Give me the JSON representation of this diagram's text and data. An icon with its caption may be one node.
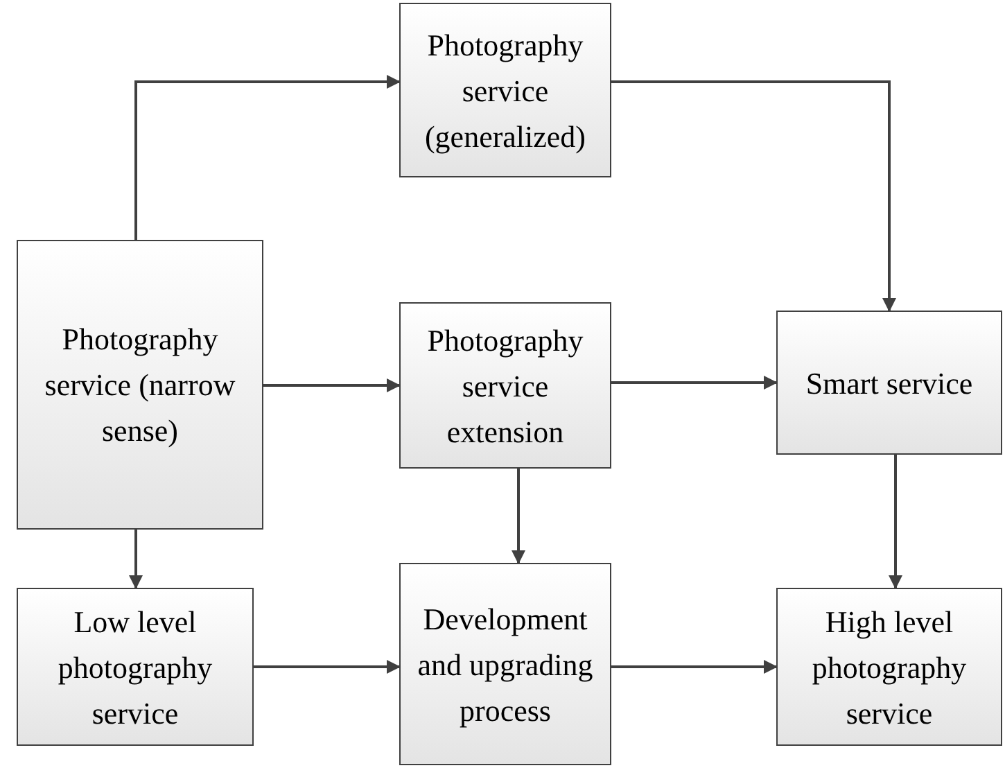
{
  "diagram": {
    "nodes": [
      {
        "text": [
          "Photography service (generalized)"
        ]
      },
      {
        "text": [
          "Photography service (narrow sense)"
        ]
      },
      {
        "text": [
          "Photography service extension"
        ]
      },
      {
        "text": [
          "Smart service"
        ]
      },
      {
        "text": [
          "Low level photography service"
        ]
      },
      {
        "text": [
          "Development and upgrading process"
        ]
      },
      {
        "text": [
          "High level photography service"
        ]
      }
    ],
    "edges": [
      {
        "from": 1,
        "to": 0,
        "arrow": "to"
      },
      {
        "from": 0,
        "to": 3,
        "arrow": "to"
      },
      {
        "from": 1,
        "to": 2,
        "arrow": "to"
      },
      {
        "from": 2,
        "to": 3,
        "arrow": "to"
      },
      {
        "from": 1,
        "to": 4,
        "arrow": "to"
      },
      {
        "from": 2,
        "to": 5,
        "arrow": "to"
      },
      {
        "from": 3,
        "to": 6,
        "arrow": "to"
      },
      {
        "from": 4,
        "to": 5,
        "arrow": "to"
      },
      {
        "from": 5,
        "to": 6,
        "arrow": "to"
      }
    ]
  }
}
